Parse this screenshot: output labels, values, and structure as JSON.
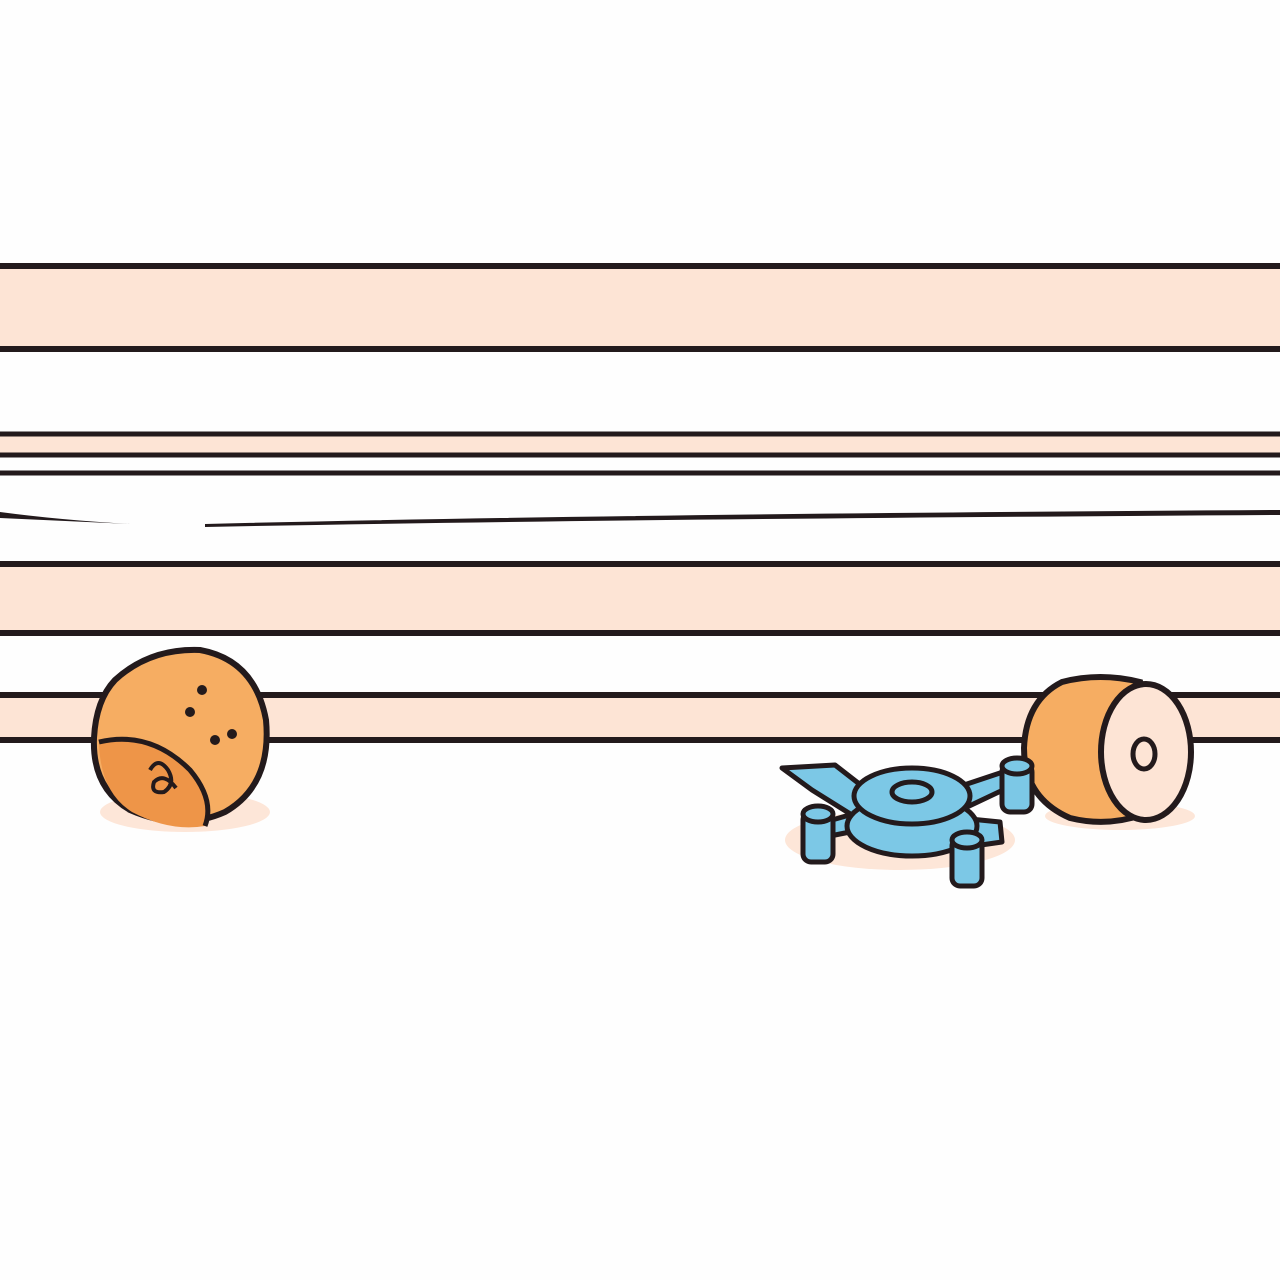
{
  "scene": {
    "description_elements": [
      "shelf-planks",
      "ball-left",
      "toy-drone",
      "wheel-right"
    ],
    "colors": {
      "background": "#fefefe",
      "plank_fill": "#fde4d5",
      "outline": "#231a1c",
      "ball_fill": "#f6ad62",
      "ball_shade": "#ee9548",
      "wheel_face": "#fde4d5",
      "drone_fill": "#7cc8e6",
      "shadow": "#fde6d8"
    },
    "icons": {
      "ball": "ball-icon",
      "drone": "drone-icon",
      "wheel": "wheel-icon"
    }
  }
}
